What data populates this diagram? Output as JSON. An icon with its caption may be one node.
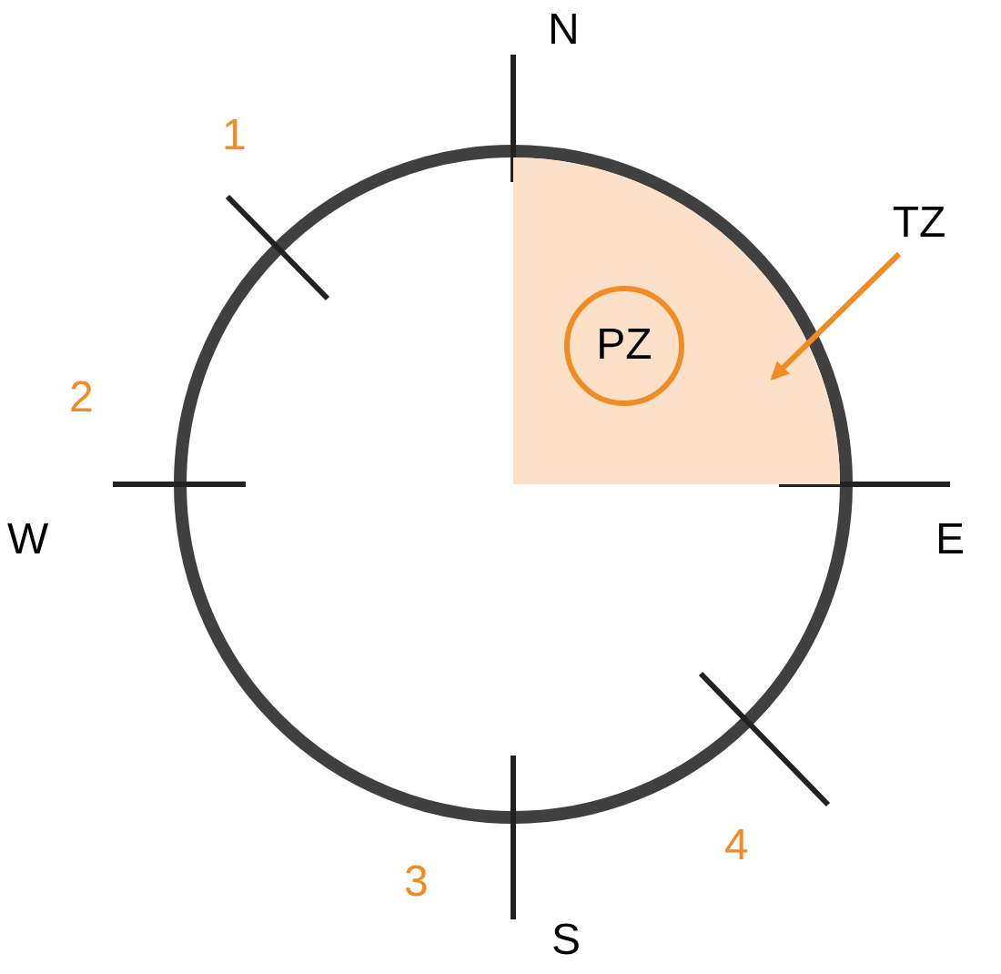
{
  "diagram": {
    "nodes": [
      {
        "text": [],
        "shape": "quadrant"
      },
      {
        "text": [
          "PZ"
        ],
        "in": 0
      },
      {
        "text": [
          "TZ"
        ]
      }
    ],
    "edges": [
      {
        "from": 2,
        "to": 0,
        "arrow": "to"
      }
    ],
    "labels": [
      "N",
      "1",
      "2",
      "W",
      "E",
      "4",
      "3",
      "S"
    ]
  }
}
